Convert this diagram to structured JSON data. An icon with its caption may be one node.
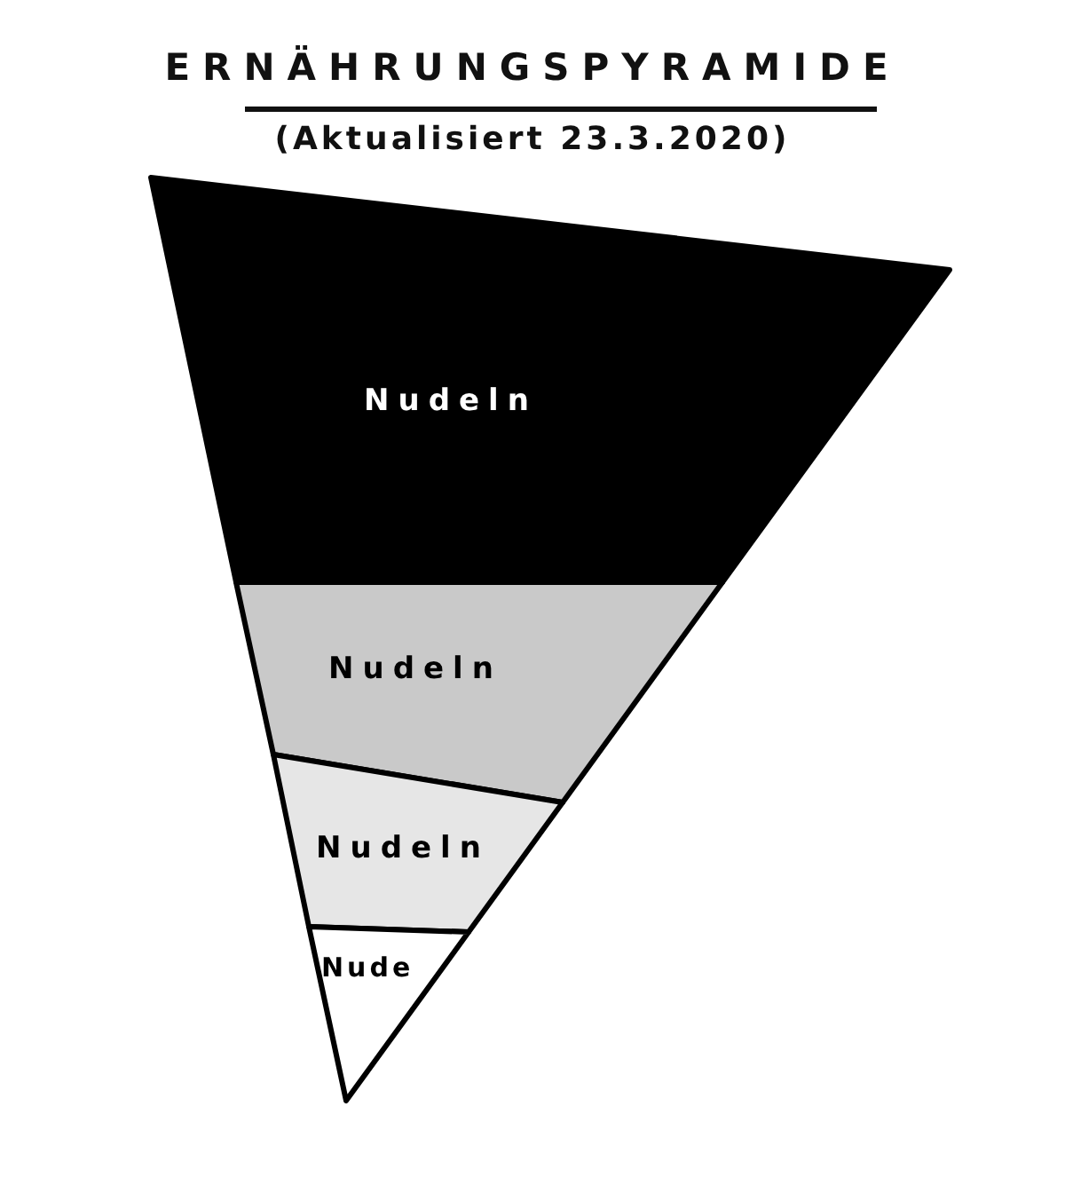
{
  "diagram": {
    "title": "ERNÄHRUNGSPYRAMIDE",
    "nodes": [
      {
        "text": [
          "Nudeln"
        ]
      },
      {
        "text": [
          "Nudeln"
        ]
      },
      {
        "text": [
          "Nudeln"
        ]
      },
      {
        "text": [
          "Nude"
        ]
      }
    ],
    "labels": [
      "(Aktualisiert 23.3.2020)"
    ]
  }
}
